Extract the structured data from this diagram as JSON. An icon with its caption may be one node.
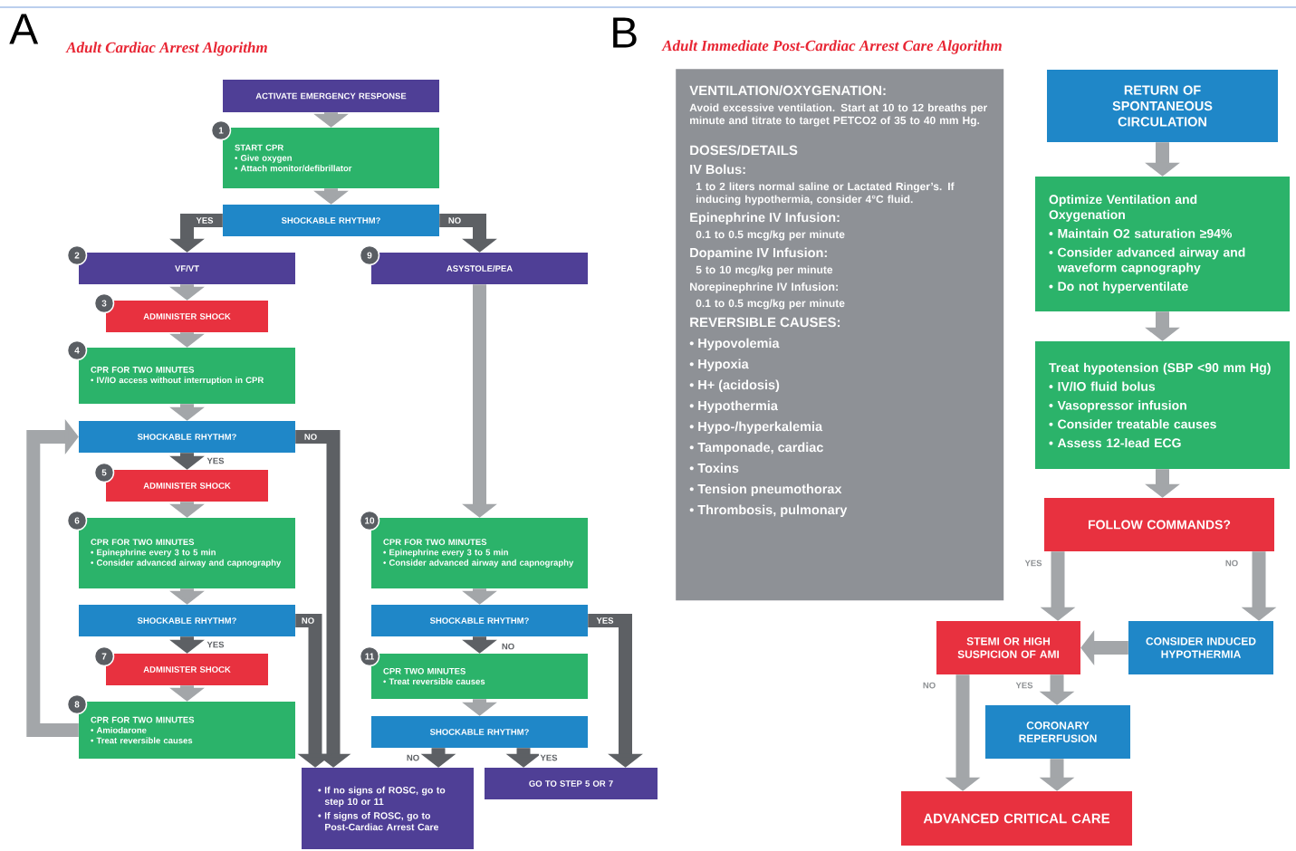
{
  "diagram": {
    "nodes": [
      {
        "text": [
          "ACTIVATE EMERGENCY RESPONSE"
        ]
      },
      {
        "text": [
          "START CPR",
          "• Give oxygen",
          "• Attach monitor/defibrillator"
        ],
        "beside": [
          "1"
        ]
      },
      {
        "text": [
          "SHOCKABLE RHYTHM?"
        ]
      },
      {
        "text": [
          "VF/VT"
        ],
        "beside": [
          "2"
        ]
      },
      {
        "text": [
          "ASYSTOLE/PEA"
        ],
        "beside": [
          "9"
        ]
      },
      {
        "text": [
          "ADMINISTER SHOCK"
        ],
        "beside": [
          "3"
        ]
      },
      {
        "text": [
          "CPR FOR TWO MINUTES",
          "• IV/IO access without interruption in CPR"
        ],
        "beside": [
          "4"
        ]
      },
      {
        "text": [
          "SHOCKABLE RHYTHM?"
        ]
      },
      {
        "text": [
          "ADMINISTER SHOCK"
        ],
        "beside": [
          "5"
        ]
      },
      {
        "text": [
          "CPR FOR TWO MINUTES",
          "• Epinephrine every 3 to 5 min",
          "• Consider advanced airway and capnography"
        ],
        "beside": [
          "6"
        ]
      },
      {
        "text": [
          "CPR FOR TWO MINUTES",
          "• Epinephrine every 3 to 5 min",
          "• Consider advanced airway and capnography"
        ],
        "beside": [
          "10"
        ]
      },
      {
        "text": [
          "SHOCKABLE RHYTHM?"
        ]
      },
      {
        "text": [
          "SHOCKABLE RHYTHM?"
        ]
      },
      {
        "text": [
          "ADMINISTER SHOCK"
        ],
        "beside": [
          "7"
        ]
      },
      {
        "text": [
          "CPR TWO MINUTES",
          "• Treat reversible causes"
        ],
        "beside": [
          "11"
        ]
      },
      {
        "text": [
          "CPR FOR TWO MINUTES",
          "• Amiodarone",
          "• Treat reversible causes"
        ],
        "beside": [
          "8"
        ]
      },
      {
        "text": [
          "SHOCKABLE RHYTHM?"
        ]
      },
      {
        "text": [
          "• If no signs of ROSC, go to step 10 or 11",
          "• If signs of ROSC, go to Post-Cardiac Arrest Care"
        ]
      },
      {
        "text": [
          "GO TO STEP 5 OR 7"
        ]
      },
      {
        "text": [
          "VENTILATION/OXYGENATION:",
          "Avoid excessive ventilation. Start at 10 to 12 breaths per minute and titrate to target PETCO2 of 35 to 40 mm Hg.",
          "DOSES/DETAILS",
          "IV Bolus:",
          "1 to 2 liters normal saline or Lactated Ringer’s. If inducing hypothermia, consider 4°C fluid.",
          "Epinephrine IV Infusion:",
          "0.1 to 0.5 mcg/kg per minute",
          "Dopamine IV Infusion:",
          "5 to 10 mcg/kg per minute",
          "Norepinephrine IV Infusion:",
          "0.1 to 0.5 mcg/kg per minute",
          "REVERSIBLE CAUSES:",
          "• Hypovolemia",
          "• Hypoxia",
          "• H+ (acidosis)",
          "• Hypothermia",
          "• Hypo-/hyperkalemia",
          "• Tamponade, cardiac",
          "• Toxins",
          "• Tension pneumothorax",
          "• Thrombosis, pulmonary"
        ]
      },
      {
        "text": [
          "RETURN OF SPONTANEOUS CIRCULATION"
        ]
      },
      {
        "text": [
          "Optimize Ventilation and Oxygenation",
          "• Maintain O2 saturation ≥94%",
          "• Consider advanced airway and waveform capnography",
          "• Do not hyperventilate"
        ]
      },
      {
        "text": [
          "Treat hypotension (SBP <90 mm Hg)",
          "• IV/IO fluid bolus",
          "• Vasopressor infusion",
          "• Consider treatable causes",
          "• Assess 12-lead ECG"
        ]
      },
      {
        "text": [
          "FOLLOW COMMANDS?"
        ]
      },
      {
        "text": [
          "STEMI OR HIGH SUSPICION OF AMI"
        ]
      },
      {
        "text": [
          "CONSIDER INDUCED HYPOTHERMIA"
        ]
      },
      {
        "text": [
          "CORONARY REPERFUSION"
        ]
      },
      {
        "text": [
          "ADVANCED CRITICAL CARE"
        ]
      }
    ],
    "edges": [
      {
        "from": 0,
        "to": 1,
        "arrow": "to"
      },
      {
        "from": 1,
        "to": 2,
        "arrow": "to"
      },
      {
        "from": 2,
        "to": 3,
        "arrow": "to",
        "label": "YES",
        "color": "#5d6064"
      },
      {
        "from": 2,
        "to": 4,
        "arrow": "to",
        "label": "NO",
        "color": "#5d6064"
      },
      {
        "from": 3,
        "to": 5,
        "arrow": "to"
      },
      {
        "from": 5,
        "to": 6,
        "arrow": "to"
      },
      {
        "from": 6,
        "to": 7,
        "arrow": "to"
      },
      {
        "from": 7,
        "to": 8,
        "arrow": "to",
        "label": "YES",
        "color": "#5d6064"
      },
      {
        "from": 7,
        "to": 17,
        "arrow": "to",
        "label": "NO",
        "color": "#5d6064"
      },
      {
        "from": 8,
        "to": 9,
        "arrow": "to"
      },
      {
        "from": 9,
        "to": 11,
        "arrow": "to"
      },
      {
        "from": 11,
        "to": 13,
        "arrow": "to",
        "label": "YES",
        "color": "#5d6064"
      },
      {
        "from": 11,
        "to": 17,
        "arrow": "to",
        "label": "NO",
        "color": "#5d6064"
      },
      {
        "from": 13,
        "to": 15,
        "arrow": "to"
      },
      {
        "from": 15,
        "to": 7,
        "arrow": "to"
      },
      {
        "from": 4,
        "to": 10,
        "arrow": "to"
      },
      {
        "from": 10,
        "to": 12,
        "arrow": "to"
      },
      {
        "from": 12,
        "to": 14,
        "arrow": "to",
        "label": "NO",
        "color": "#5d6064"
      },
      {
        "from": 12,
        "to": 18,
        "arrow": "to",
        "label": "YES",
        "color": "#5d6064"
      },
      {
        "from": 14,
        "to": 16,
        "arrow": "to"
      },
      {
        "from": 16,
        "to": 17,
        "arrow": "to",
        "label": "NO",
        "color": "#5d6064"
      },
      {
        "from": 16,
        "to": 18,
        "arrow": "to",
        "label": "YES",
        "color": "#5d6064"
      },
      {
        "from": 20,
        "to": 21,
        "arrow": "to"
      },
      {
        "from": 21,
        "to": 22,
        "arrow": "to"
      },
      {
        "from": 22,
        "to": 23,
        "arrow": "to"
      },
      {
        "from": 23,
        "to": 24,
        "arrow": "to",
        "label": "YES"
      },
      {
        "from": 23,
        "to": 25,
        "arrow": "to",
        "label": "NO"
      },
      {
        "from": 25,
        "to": 24,
        "arrow": "to"
      },
      {
        "from": 24,
        "to": 27,
        "arrow": "to",
        "label": "NO"
      },
      {
        "from": 24,
        "to": 26,
        "arrow": "to",
        "label": "YES"
      },
      {
        "from": 26,
        "to": 27,
        "arrow": "to"
      }
    ],
    "labels": [
      "A",
      "Adult Cardiac Arrest Algorithm",
      "B",
      "Adult Immediate Post-Cardiac Arrest Care Algorithm"
    ]
  }
}
